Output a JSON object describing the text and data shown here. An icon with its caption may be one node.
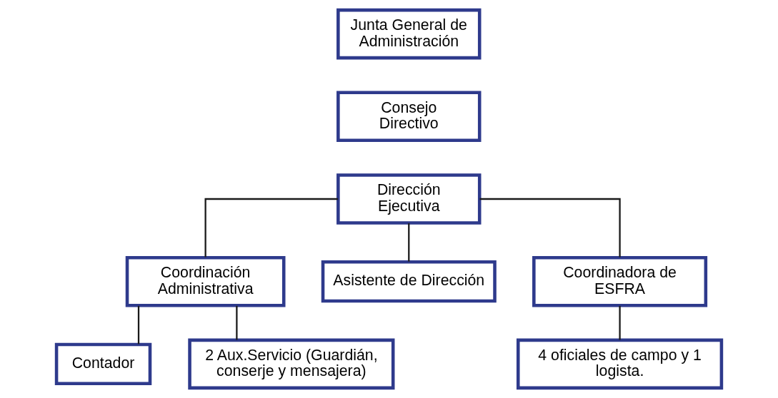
{
  "diagram": {
    "nodes": [
      {
        "text": [
          "Junta General de Administración"
        ]
      },
      {
        "text": [
          "Consejo Directivo"
        ]
      },
      {
        "text": [
          "Dirección Ejecutiva"
        ]
      },
      {
        "text": [
          "Coordinación Administrativa"
        ]
      },
      {
        "text": [
          "Asistente de Dirección"
        ]
      },
      {
        "text": [
          "Coordinadora de ESFRA"
        ]
      },
      {
        "text": [
          "Contador"
        ]
      },
      {
        "text": [
          "2 Aux.Servicio (Guardián, conserje y mensajera)"
        ]
      },
      {
        "text": [
          "4 oficiales de campo y 1 logista."
        ]
      }
    ],
    "edges": [
      {
        "from": 2,
        "to": 3,
        "arrow": "none"
      },
      {
        "from": 2,
        "to": 4,
        "arrow": "none"
      },
      {
        "from": 2,
        "to": 5,
        "arrow": "none"
      },
      {
        "from": 3,
        "to": 6,
        "arrow": "none"
      },
      {
        "from": 3,
        "to": 7,
        "arrow": "none"
      },
      {
        "from": 5,
        "to": 8,
        "arrow": "none"
      }
    ]
  }
}
